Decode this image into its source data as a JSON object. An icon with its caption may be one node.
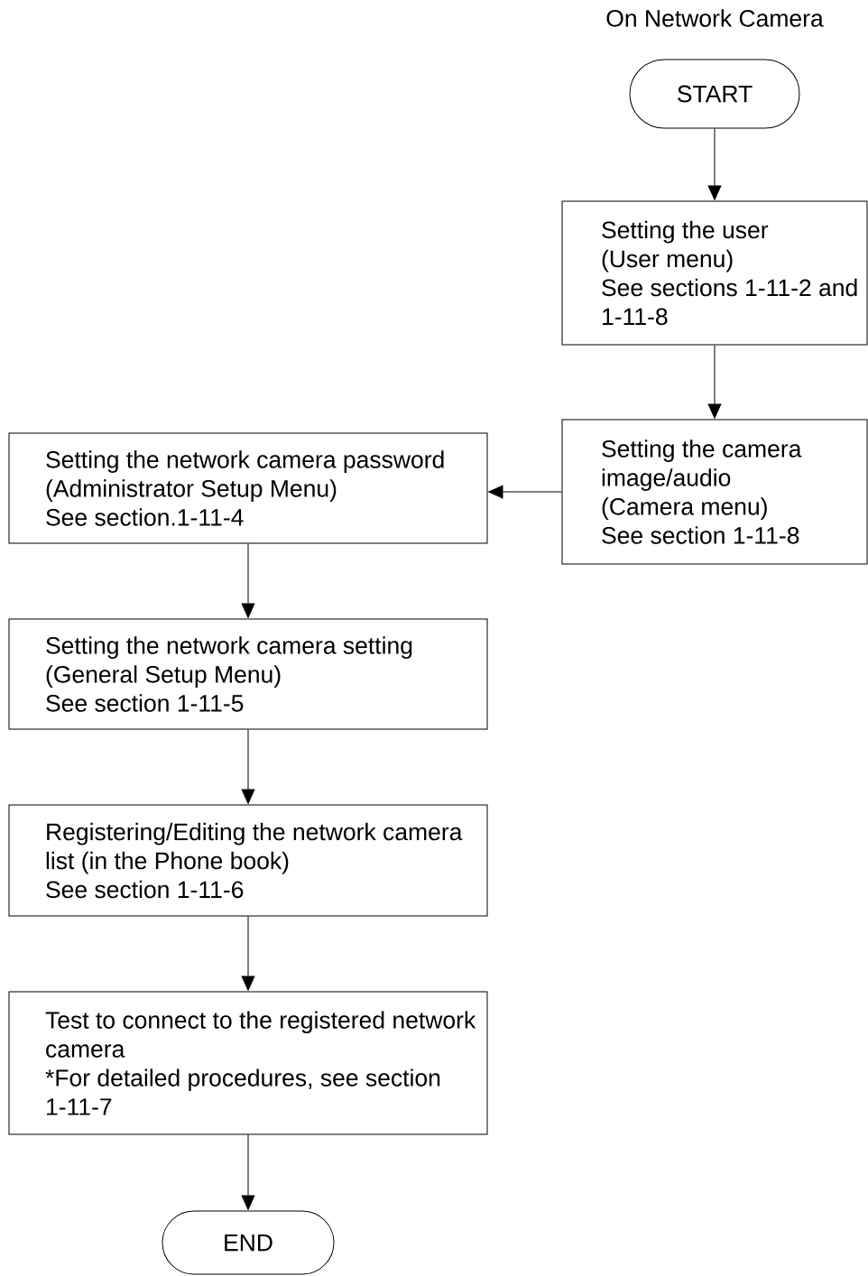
{
  "diagram": {
    "nodes": [
      {
        "text": [
          "START"
        ]
      },
      {
        "text": [
          "Setting the user",
          "(User menu)",
          "See sections 1-11-2 and 1-11-8"
        ]
      },
      {
        "text": [
          "Setting the camera image/audio",
          "(Camera menu)",
          "See section 1-11-8"
        ]
      },
      {
        "text": [
          "Setting the network camera password",
          "(Administrator Setup Menu)",
          "See section.1-11-4"
        ]
      },
      {
        "text": [
          "Setting the network camera setting",
          "(General Setup Menu)",
          "See section 1-11-5"
        ]
      },
      {
        "text": [
          "Registering/Editing the network camera list (in the Phone book)",
          "See section 1-11-6"
        ]
      },
      {
        "text": [
          "Test to connect to the registered network camera",
          "*For detailed procedures, see section 1-11-7"
        ]
      },
      {
        "text": [
          "END"
        ]
      }
    ],
    "edges": [
      {
        "from": 0,
        "to": 1,
        "arrow": "to"
      },
      {
        "from": 1,
        "to": 2,
        "arrow": "to"
      },
      {
        "from": 2,
        "to": 3,
        "arrow": "to"
      },
      {
        "from": 3,
        "to": 4,
        "arrow": "to"
      },
      {
        "from": 4,
        "to": 5,
        "arrow": "to"
      },
      {
        "from": 5,
        "to": 6,
        "arrow": "to"
      },
      {
        "from": 6,
        "to": 7,
        "arrow": "to"
      }
    ],
    "labels": [
      "On Network Camera"
    ]
  }
}
